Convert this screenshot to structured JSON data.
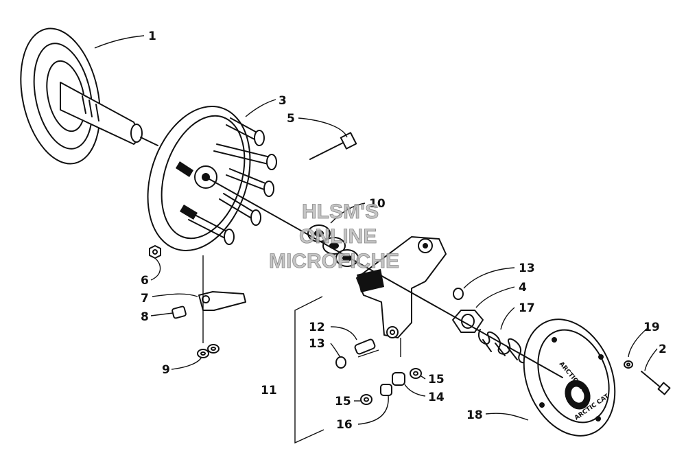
{
  "callouts": {
    "c1": "1",
    "c2": "2",
    "c3": "3",
    "c4": "4",
    "c5": "5",
    "c6": "6",
    "c7": "7",
    "c8": "8",
    "c9": "9",
    "c10": "10",
    "c11": "11",
    "c12": "12",
    "c13a": "13",
    "c13b": "13",
    "c14": "14",
    "c15a": "15",
    "c15b": "15",
    "c16": "16",
    "c17": "17",
    "c18": "18",
    "c19": "19"
  },
  "watermark": {
    "line1": "HLSM'S",
    "line2": "ONLINE",
    "line3": "MICROFICHE"
  },
  "cover_text": "ARCTIC CAT"
}
